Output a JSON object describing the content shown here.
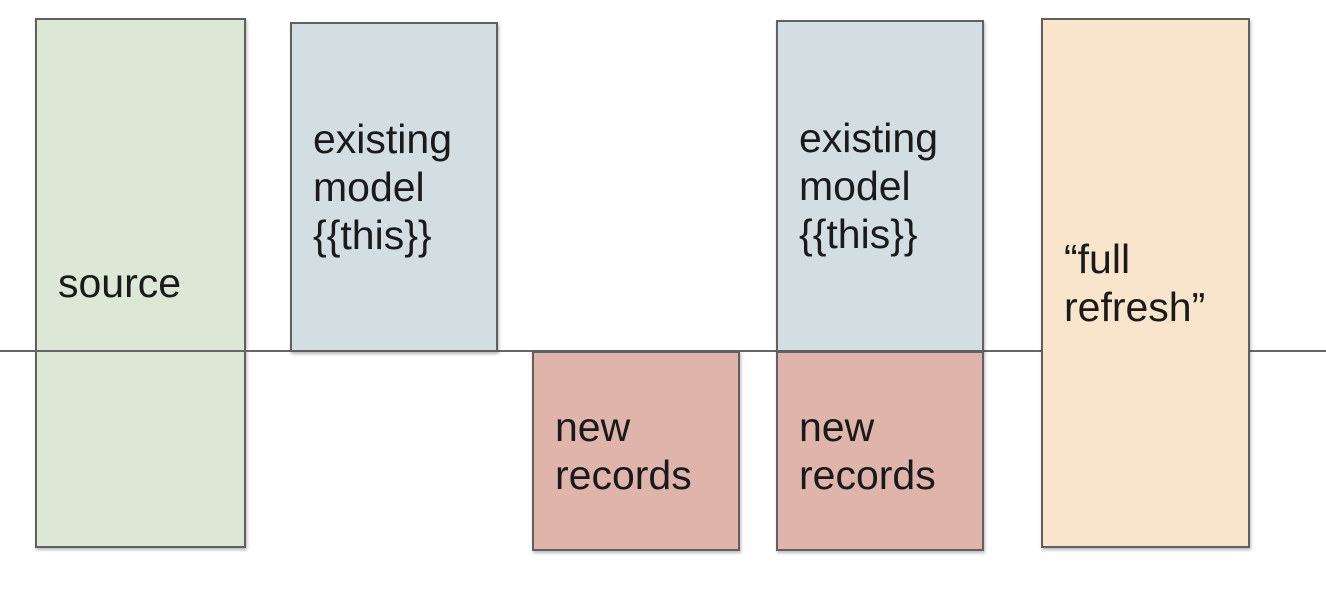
{
  "diagram": {
    "background": "#ffffff",
    "divider_color": "#666666",
    "border_color": "#606060",
    "text_color": "#1a1a1a",
    "boxes": {
      "source": {
        "label": "source",
        "fill": "#dce8d5"
      },
      "existing_model_1": {
        "label": "existing\nmodel\n{{this}}",
        "fill": "#d2dee2"
      },
      "new_records_1": {
        "label": "new\nrecords",
        "fill": "#deb4ab"
      },
      "existing_model_2": {
        "label": "existing\nmodel\n{{this}}",
        "fill": "#d2dee2"
      },
      "new_records_2": {
        "label": "new\nrecords",
        "fill": "#deb4ab"
      },
      "full_refresh": {
        "label": "“full\nrefresh”",
        "fill": "#f8e5cc"
      }
    }
  }
}
